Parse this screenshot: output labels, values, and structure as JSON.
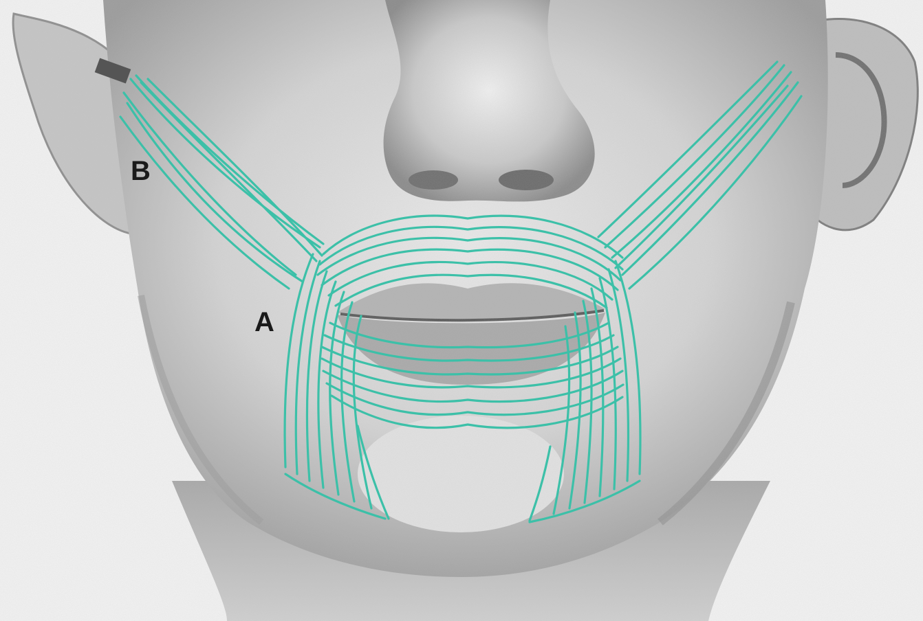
{
  "figure": {
    "labels": {
      "a": "A",
      "b": "B"
    },
    "colors": {
      "muscle": "#3cc0a8",
      "skin_light": "#e6e6e6",
      "skin_mid": "#bdbdbd",
      "skin_dark": "#7a7a7a",
      "label": "#1a1a1a"
    },
    "icons": {
      "face": "face-illustration",
      "muscle": "orbicularis-oris-fibers",
      "strap": "risorius-zygomatic-strap"
    }
  }
}
